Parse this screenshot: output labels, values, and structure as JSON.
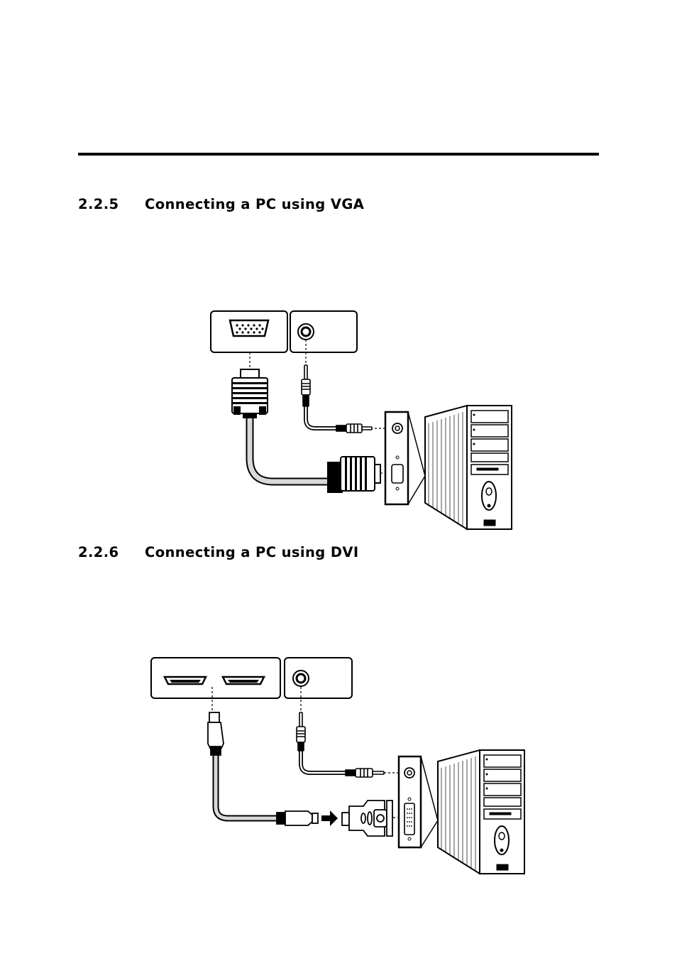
{
  "section1": {
    "number": "2.2.5",
    "title": "Connecting a PC using VGA"
  },
  "section2": {
    "number": "2.2.6",
    "title": "Connecting a PC using DVI"
  },
  "colors": {
    "ink": "#000000",
    "paper": "#ffffff",
    "cable": "#d9d9d9"
  }
}
